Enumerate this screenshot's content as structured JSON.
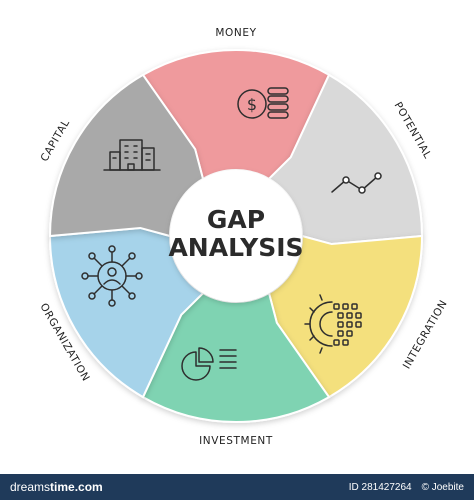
{
  "center": {
    "line1": "GAP",
    "line2": "ANALYSIS"
  },
  "segments": [
    {
      "label": "MONEY",
      "color": "#ef9a9d",
      "icon": "money-coins-icon"
    },
    {
      "label": "POTENTIAL",
      "color": "#d9d9d9",
      "icon": "line-trend-icon"
    },
    {
      "label": "INTEGRATION",
      "color": "#f4e07d",
      "icon": "gear-grid-icon"
    },
    {
      "label": "INVESTMENT",
      "color": "#7fd3b2",
      "icon": "pie-chart-document-icon"
    },
    {
      "label": "ORGANIZATION",
      "color": "#a6d3ea",
      "icon": "user-network-icon"
    },
    {
      "label": "CAPITAL",
      "color": "#a9a9a9",
      "icon": "office-building-icon"
    }
  ],
  "footer": {
    "brand_prefix": "dreams",
    "brand_suffix": "time.com",
    "id_text": "ID 281427264",
    "author_text": "© Joebite"
  }
}
